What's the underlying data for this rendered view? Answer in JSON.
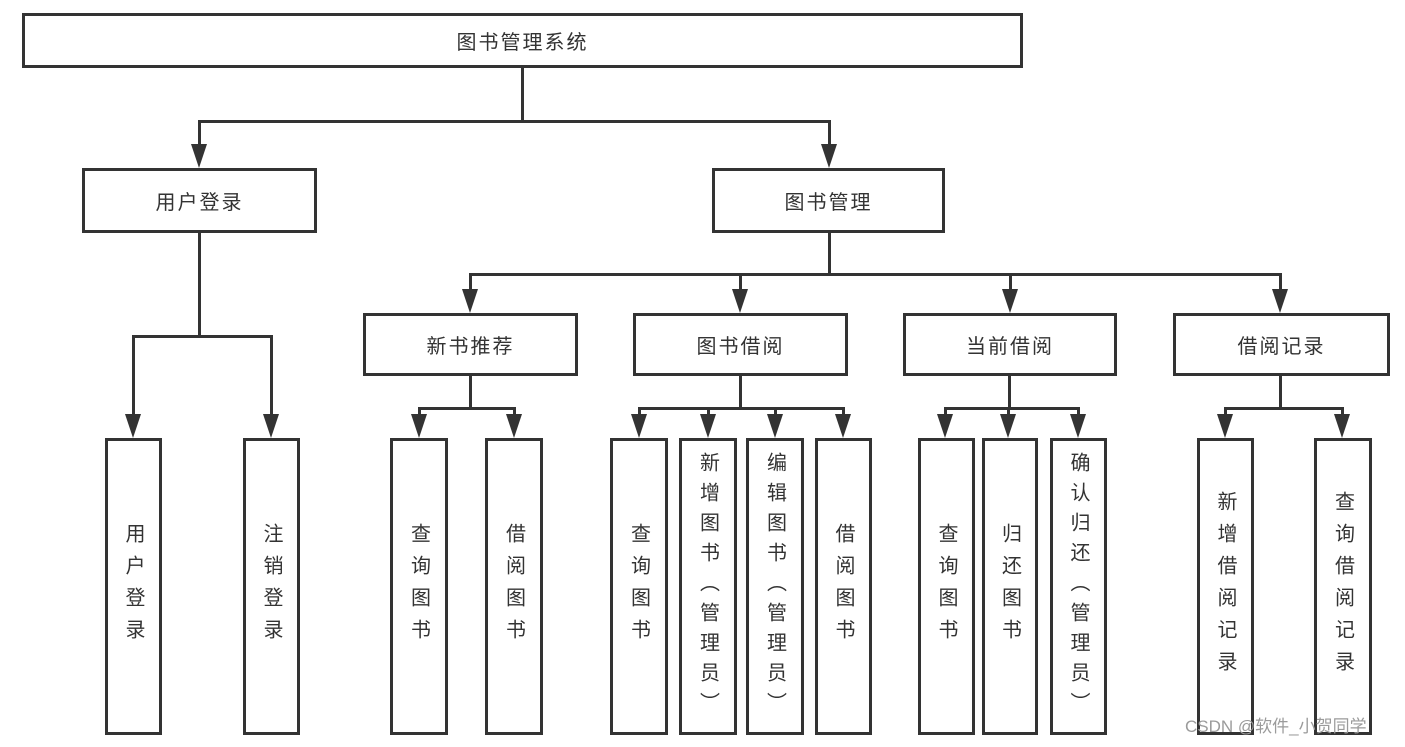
{
  "diagram": {
    "root": {
      "label": "图书管理系统"
    },
    "children": [
      {
        "label": "用户登录",
        "children": [
          {
            "label": "用户登录"
          },
          {
            "label": "注销登录"
          }
        ]
      },
      {
        "label": "图书管理",
        "children": [
          {
            "label": "新书推荐",
            "children": [
              {
                "label": "查询图书"
              },
              {
                "label": "借阅图书"
              }
            ]
          },
          {
            "label": "图书借阅",
            "children": [
              {
                "label": "查询图书"
              },
              {
                "label": "新增图书（管理员）"
              },
              {
                "label": "编辑图书（管理员）"
              },
              {
                "label": "借阅图书"
              }
            ]
          },
          {
            "label": "当前借阅",
            "children": [
              {
                "label": "查询图书"
              },
              {
                "label": "归还图书"
              },
              {
                "label": "确认归还（管理员）"
              }
            ]
          },
          {
            "label": "借阅记录",
            "children": [
              {
                "label": "新增借阅记录"
              },
              {
                "label": "查询借阅记录"
              }
            ]
          }
        ]
      }
    ]
  },
  "watermark": {
    "text": "CSDN @软件_小贺同学"
  },
  "colors": {
    "line": "#333333",
    "text": "#333333",
    "background": "#ffffff",
    "watermark": "#9b9b9b"
  }
}
